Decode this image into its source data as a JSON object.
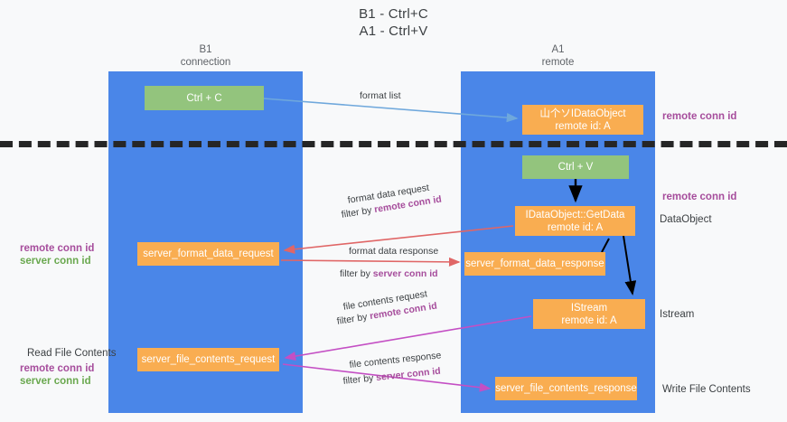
{
  "title": {
    "line1": "B1 - Ctrl+C",
    "line2": "A1 - Ctrl+V"
  },
  "lanes": [
    {
      "name": "B1",
      "sub": "connection"
    },
    {
      "name": "A1",
      "sub": "remote"
    }
  ],
  "nodes": {
    "ctrl_c": {
      "label": "Ctrl + C",
      "color": "#93c47d"
    },
    "idataobject": {
      "label": "山个ソIDataObject",
      "sub": "remote id: A",
      "color": "#f9ad51"
    },
    "ctrl_v": {
      "label": "Ctrl + V",
      "color": "#93c47d"
    },
    "getdata": {
      "label": "IDataObject::GetData",
      "sub": "remote id: A",
      "color": "#f9ad51"
    },
    "server_format_data_request": {
      "label": "server_format_data_request",
      "color": "#f9ad51"
    },
    "server_format_data_response": {
      "label": "server_format_data_response",
      "color": "#f9ad51"
    },
    "istream": {
      "label": "IStream",
      "sub": "remote id: A",
      "color": "#f9ad51"
    },
    "server_file_contents_request": {
      "label": "server_file_contents_request",
      "color": "#f9ad51"
    },
    "server_file_contents_response": {
      "label": "server_file_contents_response",
      "color": "#f9ad51"
    }
  },
  "edge_labels": {
    "format_list": "format list",
    "format_data_request": "format data request",
    "format_data_request_filter_prefix": "filter by ",
    "format_data_request_filter_key": "remote conn id",
    "format_data_response": "format data response",
    "format_data_response_filter_prefix": "filter by ",
    "format_data_response_filter_key": "server conn id",
    "file_contents_request": "file contents request",
    "file_contents_request_filter_prefix": "filter by ",
    "file_contents_request_filter_key": "remote conn id",
    "file_contents_response": "file contents response",
    "file_contents_response_filter_prefix": "filter by ",
    "file_contents_response_filter_key": "server conn id"
  },
  "annotations": {
    "right_remote_conn_id_top": "remote conn id",
    "right_remote_conn_id_mid": "remote conn id",
    "right_dataobject": "DataObject",
    "right_istream": "Istream",
    "right_write_file_contents": "Write File Contents",
    "left_remote_conn_id": "remote conn id",
    "left_server_conn_id": "server conn id",
    "left_read_file_contents": "Read File Contents",
    "left_remote_conn_id_2": "remote conn id",
    "left_server_conn_id_2": "server conn id"
  },
  "colors": {
    "lane": "#4a86e8",
    "green_node": "#93c47d",
    "orange_node": "#f9ad51",
    "purple_key": "#a64d9c",
    "green_key": "#6aa84f",
    "arrow_blue": "#6fa8dc",
    "arrow_red": "#e06666",
    "arrow_magenta": "#c44fc4",
    "arrow_black": "#000000",
    "divider": "#262626",
    "background": "#f8f9fa"
  }
}
